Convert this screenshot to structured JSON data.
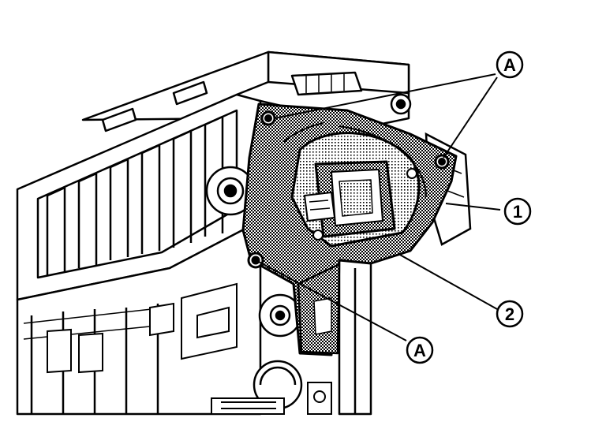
{
  "callouts": [
    {
      "id": "A-top",
      "label": "A"
    },
    {
      "id": "one",
      "label": "1"
    },
    {
      "id": "two",
      "label": "2"
    },
    {
      "id": "A-bottom",
      "label": "A"
    }
  ],
  "colors": {
    "line": "#000000",
    "paper": "#ffffff",
    "shade": "#9a9a9a"
  }
}
